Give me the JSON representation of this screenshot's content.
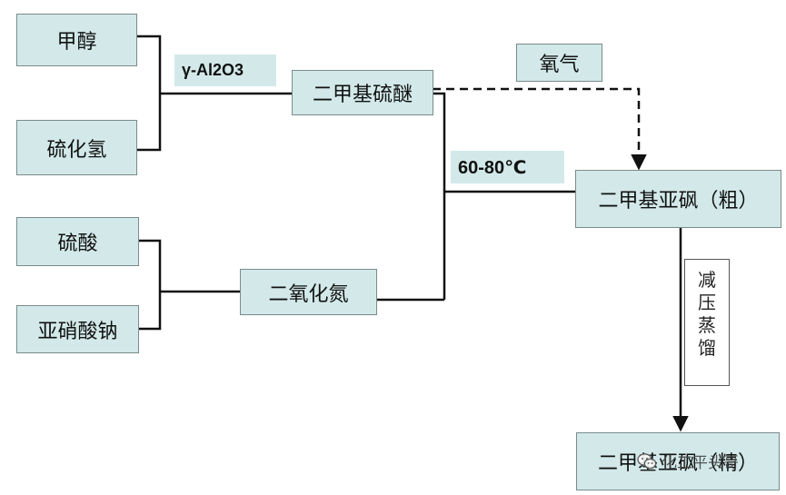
{
  "nodes": {
    "methanol": "甲醇",
    "hydrogen_sulfide": "硫化氢",
    "sulfuric_acid": "硫酸",
    "sodium_nitrite": "亚硝酸钠",
    "dimethyl_sulfide": "二甲基硫醚",
    "nitrogen_dioxide": "二氧化氮",
    "oxygen": "氧气",
    "dmso_crude": "二甲基亚砜（粗）",
    "dmso_refined": "二甲基亚砜（精）"
  },
  "labels": {
    "catalyst": "γ-Al2O3",
    "temperature": "60-80℃",
    "vacuum_distillation": [
      "减",
      "压",
      "蒸",
      "馏"
    ]
  },
  "watermark": {
    "text": "化工平头哥",
    "icon": "wechat-icon"
  },
  "colors": {
    "box_fill": "#d3e9e9",
    "box_border": "#7a8a8a",
    "line": "#111111"
  }
}
